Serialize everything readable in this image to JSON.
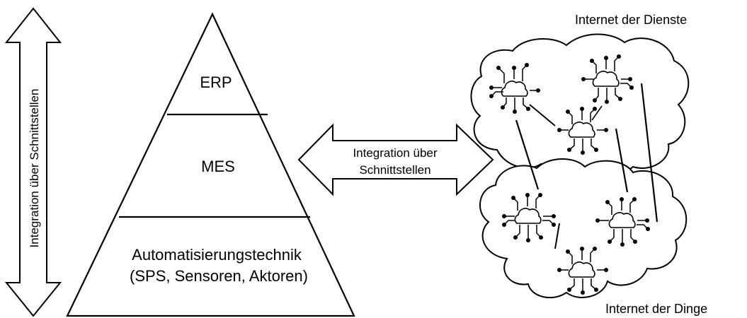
{
  "vertical_arrow": {
    "label": "Integration über Schnittstellen"
  },
  "pyramid": {
    "levels": [
      {
        "id": "erp",
        "label": "ERP"
      },
      {
        "id": "mes",
        "label": "MES"
      },
      {
        "id": "automation",
        "lines": [
          "Automatisierungstechnik",
          "(SPS, Sensoren, Aktoren)"
        ]
      }
    ]
  },
  "horizontal_arrow": {
    "lines": [
      "Integration über",
      "Schnittstellen"
    ]
  },
  "clouds": {
    "top_label": "Internet der Dienste",
    "bottom_label": "Internet der Dinge"
  }
}
